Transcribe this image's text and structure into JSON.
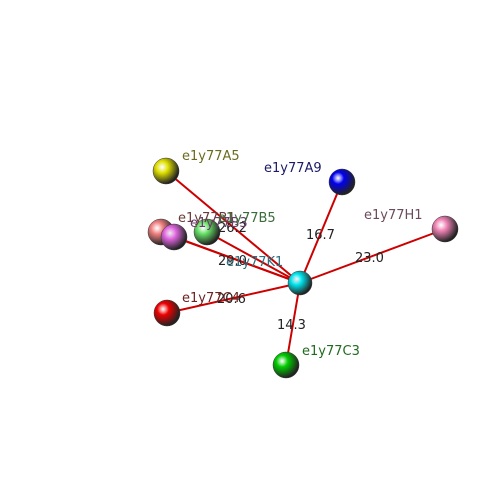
{
  "center": {
    "label": "e1y77K1",
    "color": "#00e5ee",
    "label_color": "#2f6f7f"
  },
  "neighbors": [
    {
      "label": "e1y77A5",
      "distance": "",
      "color": "#e0e000",
      "label_color": "#6b6b1f"
    },
    {
      "label": "e1y77A9",
      "distance": "16.7",
      "color": "#0000ee",
      "label_color": "#1a1a66"
    },
    {
      "label": "e1y77H1",
      "distance": "23.0",
      "color": "#ee82b4",
      "label_color": "#6b4b5b"
    },
    {
      "label": "e1y77B1",
      "distance": "",
      "color": "#f08080",
      "label_color": "#6b3b3b"
    },
    {
      "label": "e1y77B3",
      "distance": "",
      "color": "#e066e0",
      "label_color": "#6b3b6b"
    },
    {
      "label": "e1y77B5",
      "distance": "26.2",
      "color": "#66e066",
      "label_color": "#3b6b3b"
    },
    {
      "label": "e1y77C4",
      "distance": "20.6",
      "color": "#ee0000",
      "label_color": "#6b2222"
    },
    {
      "label": "e1y77C3",
      "distance": "14.3",
      "color": "#00cc00",
      "label_color": "#1f6b1f"
    }
  ],
  "overlap_text": "29.0",
  "edge_color": "#cc0000"
}
